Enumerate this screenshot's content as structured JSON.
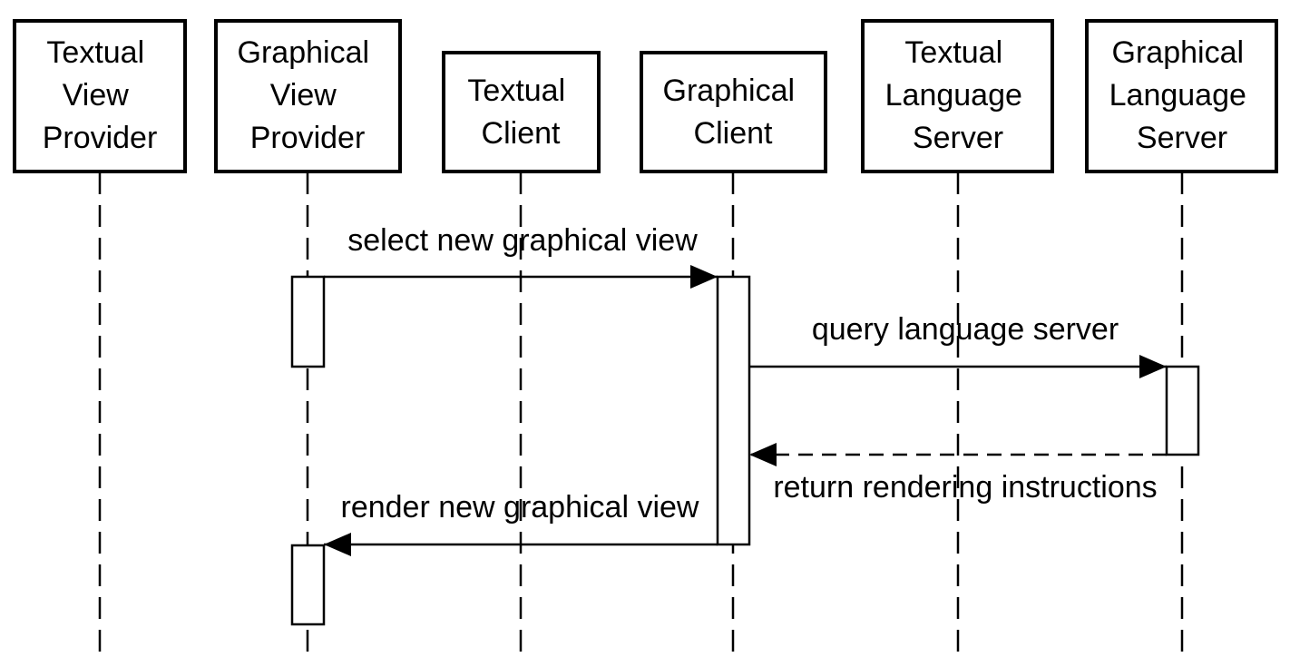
{
  "diagram": {
    "participants": [
      {
        "id": "tvp",
        "lines": [
          "Textual",
          "View",
          "Provider"
        ]
      },
      {
        "id": "gvp",
        "lines": [
          "Graphical",
          "View",
          "Provider"
        ]
      },
      {
        "id": "tc",
        "lines": [
          "Textual",
          "Client"
        ]
      },
      {
        "id": "gc",
        "lines": [
          "Graphical",
          "Client"
        ]
      },
      {
        "id": "tls",
        "lines": [
          "Textual",
          "Language",
          "Server"
        ]
      },
      {
        "id": "gls",
        "lines": [
          "Graphical",
          "Language",
          "Server"
        ]
      }
    ],
    "messages": [
      {
        "from": "gvp",
        "to": "gc",
        "label": "select new graphical view",
        "style": "solid"
      },
      {
        "from": "gc",
        "to": "gls",
        "label": "query language server",
        "style": "solid"
      },
      {
        "from": "gls",
        "to": "gc",
        "label": "return rendering instructions",
        "style": "dashed"
      },
      {
        "from": "gc",
        "to": "gvp",
        "label": "render new graphical view",
        "style": "solid"
      }
    ]
  }
}
